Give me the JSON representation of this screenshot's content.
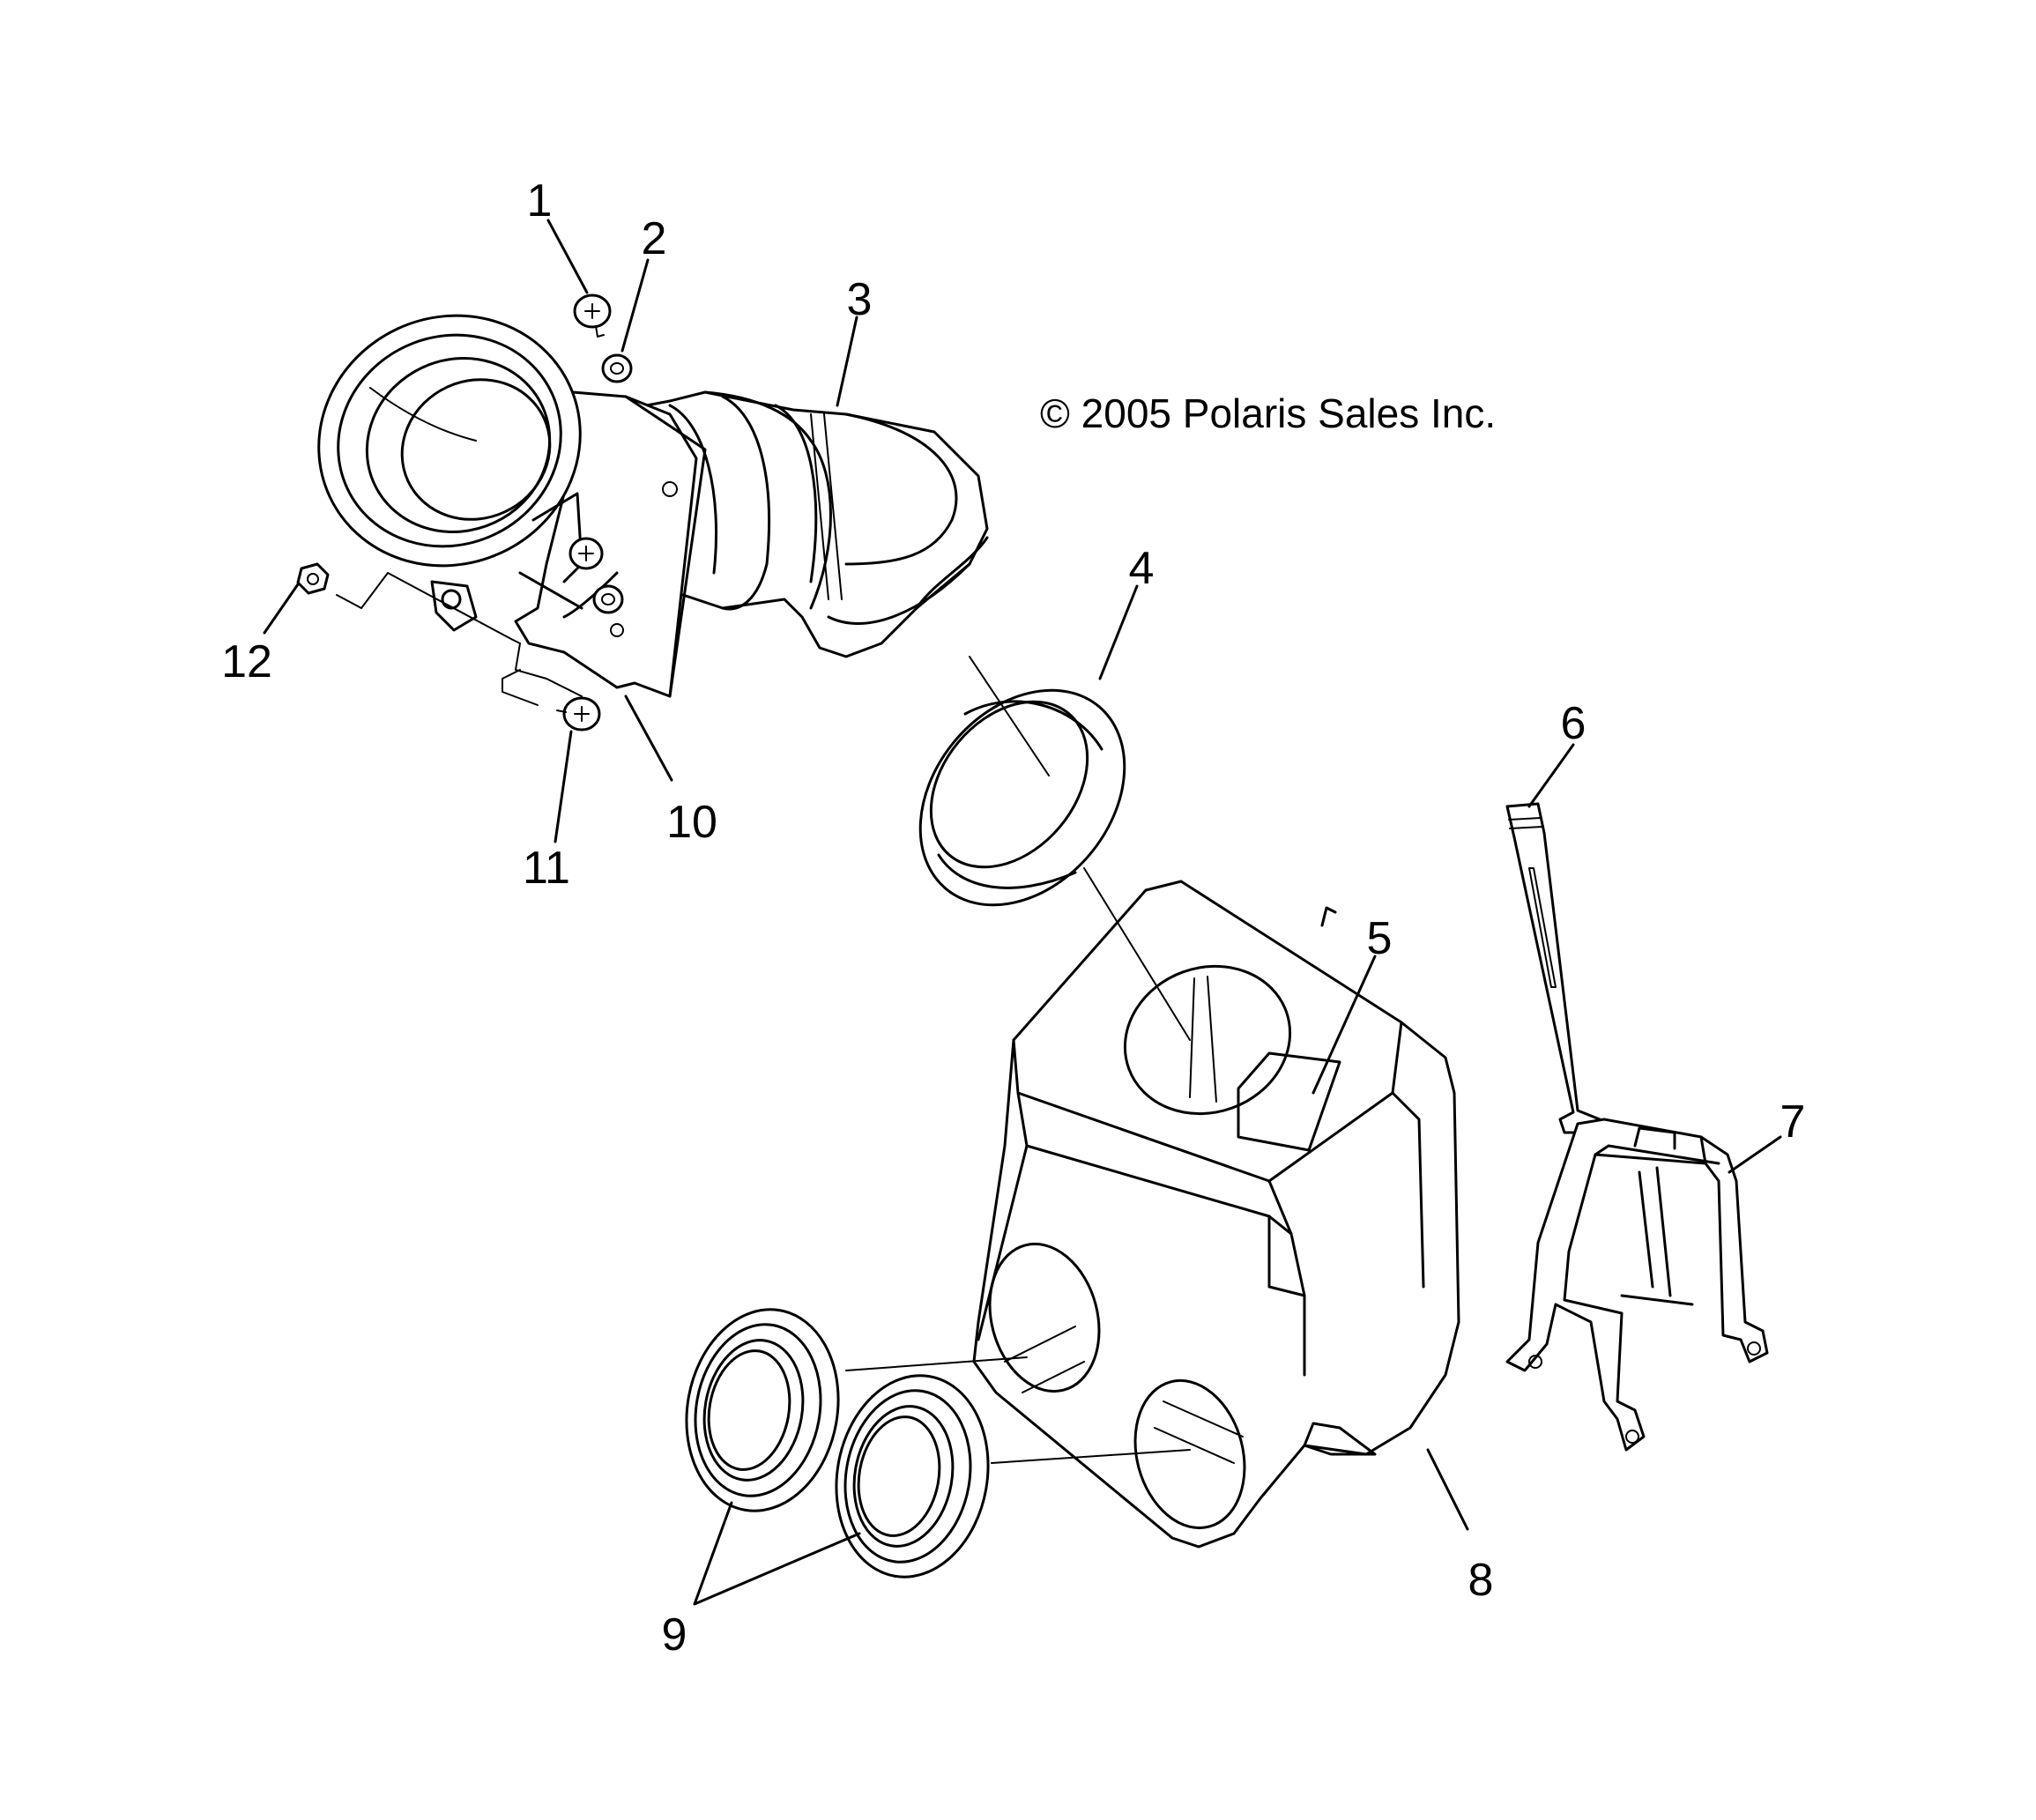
{
  "copyright": "© 2005 Polaris Sales Inc.",
  "callouts": [
    {
      "id": "1",
      "label": "1"
    },
    {
      "id": "2",
      "label": "2"
    },
    {
      "id": "3",
      "label": "3"
    },
    {
      "id": "4",
      "label": "4"
    },
    {
      "id": "5",
      "label": "5"
    },
    {
      "id": "6",
      "label": "6"
    },
    {
      "id": "7",
      "label": "7"
    },
    {
      "id": "8",
      "label": "8"
    },
    {
      "id": "9",
      "label": "9"
    },
    {
      "id": "10",
      "label": "10"
    },
    {
      "id": "11",
      "label": "11"
    },
    {
      "id": "12",
      "label": "12"
    }
  ]
}
